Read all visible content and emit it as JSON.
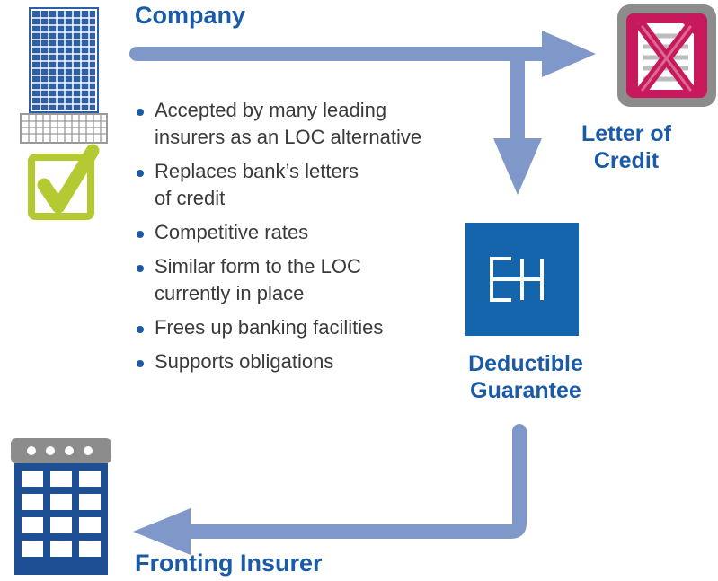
{
  "labels": {
    "company": "Company",
    "letter_of_credit_line1": "Letter of",
    "letter_of_credit_line2": "Credit",
    "deductible_guarantee_line1": "Deductible",
    "deductible_guarantee_line2": "Guarantee",
    "fronting_insurer": "Fronting Insurer",
    "eh_logo": "EH"
  },
  "benefits": [
    {
      "line1": "Accepted by many leading",
      "line2": "insurers as an LOC alternative"
    },
    {
      "line1": "Replaces bank’s letters",
      "line2": "of credit"
    },
    {
      "line1": "Competitive rates",
      "line2": ""
    },
    {
      "line1": "Similar form to the LOC",
      "line2": "currently in place"
    },
    {
      "line1": "Frees up banking facilities",
      "line2": ""
    },
    {
      "line1": "Supports obligations",
      "line2": ""
    }
  ],
  "colors": {
    "heading": "#1a5aa6",
    "arrow": "#7f97c9",
    "check": "#b5c933",
    "cross": "#c8195c",
    "eh_box": "#1565ad",
    "building_company": "#2d5fa6",
    "building_insurer": "#1e4f95",
    "text": "#3a3a3a"
  },
  "icons": [
    "office-tower-icon",
    "checkmark-icon",
    "crossed-document-icon",
    "eh-logo-icon",
    "insurer-building-icon"
  ]
}
